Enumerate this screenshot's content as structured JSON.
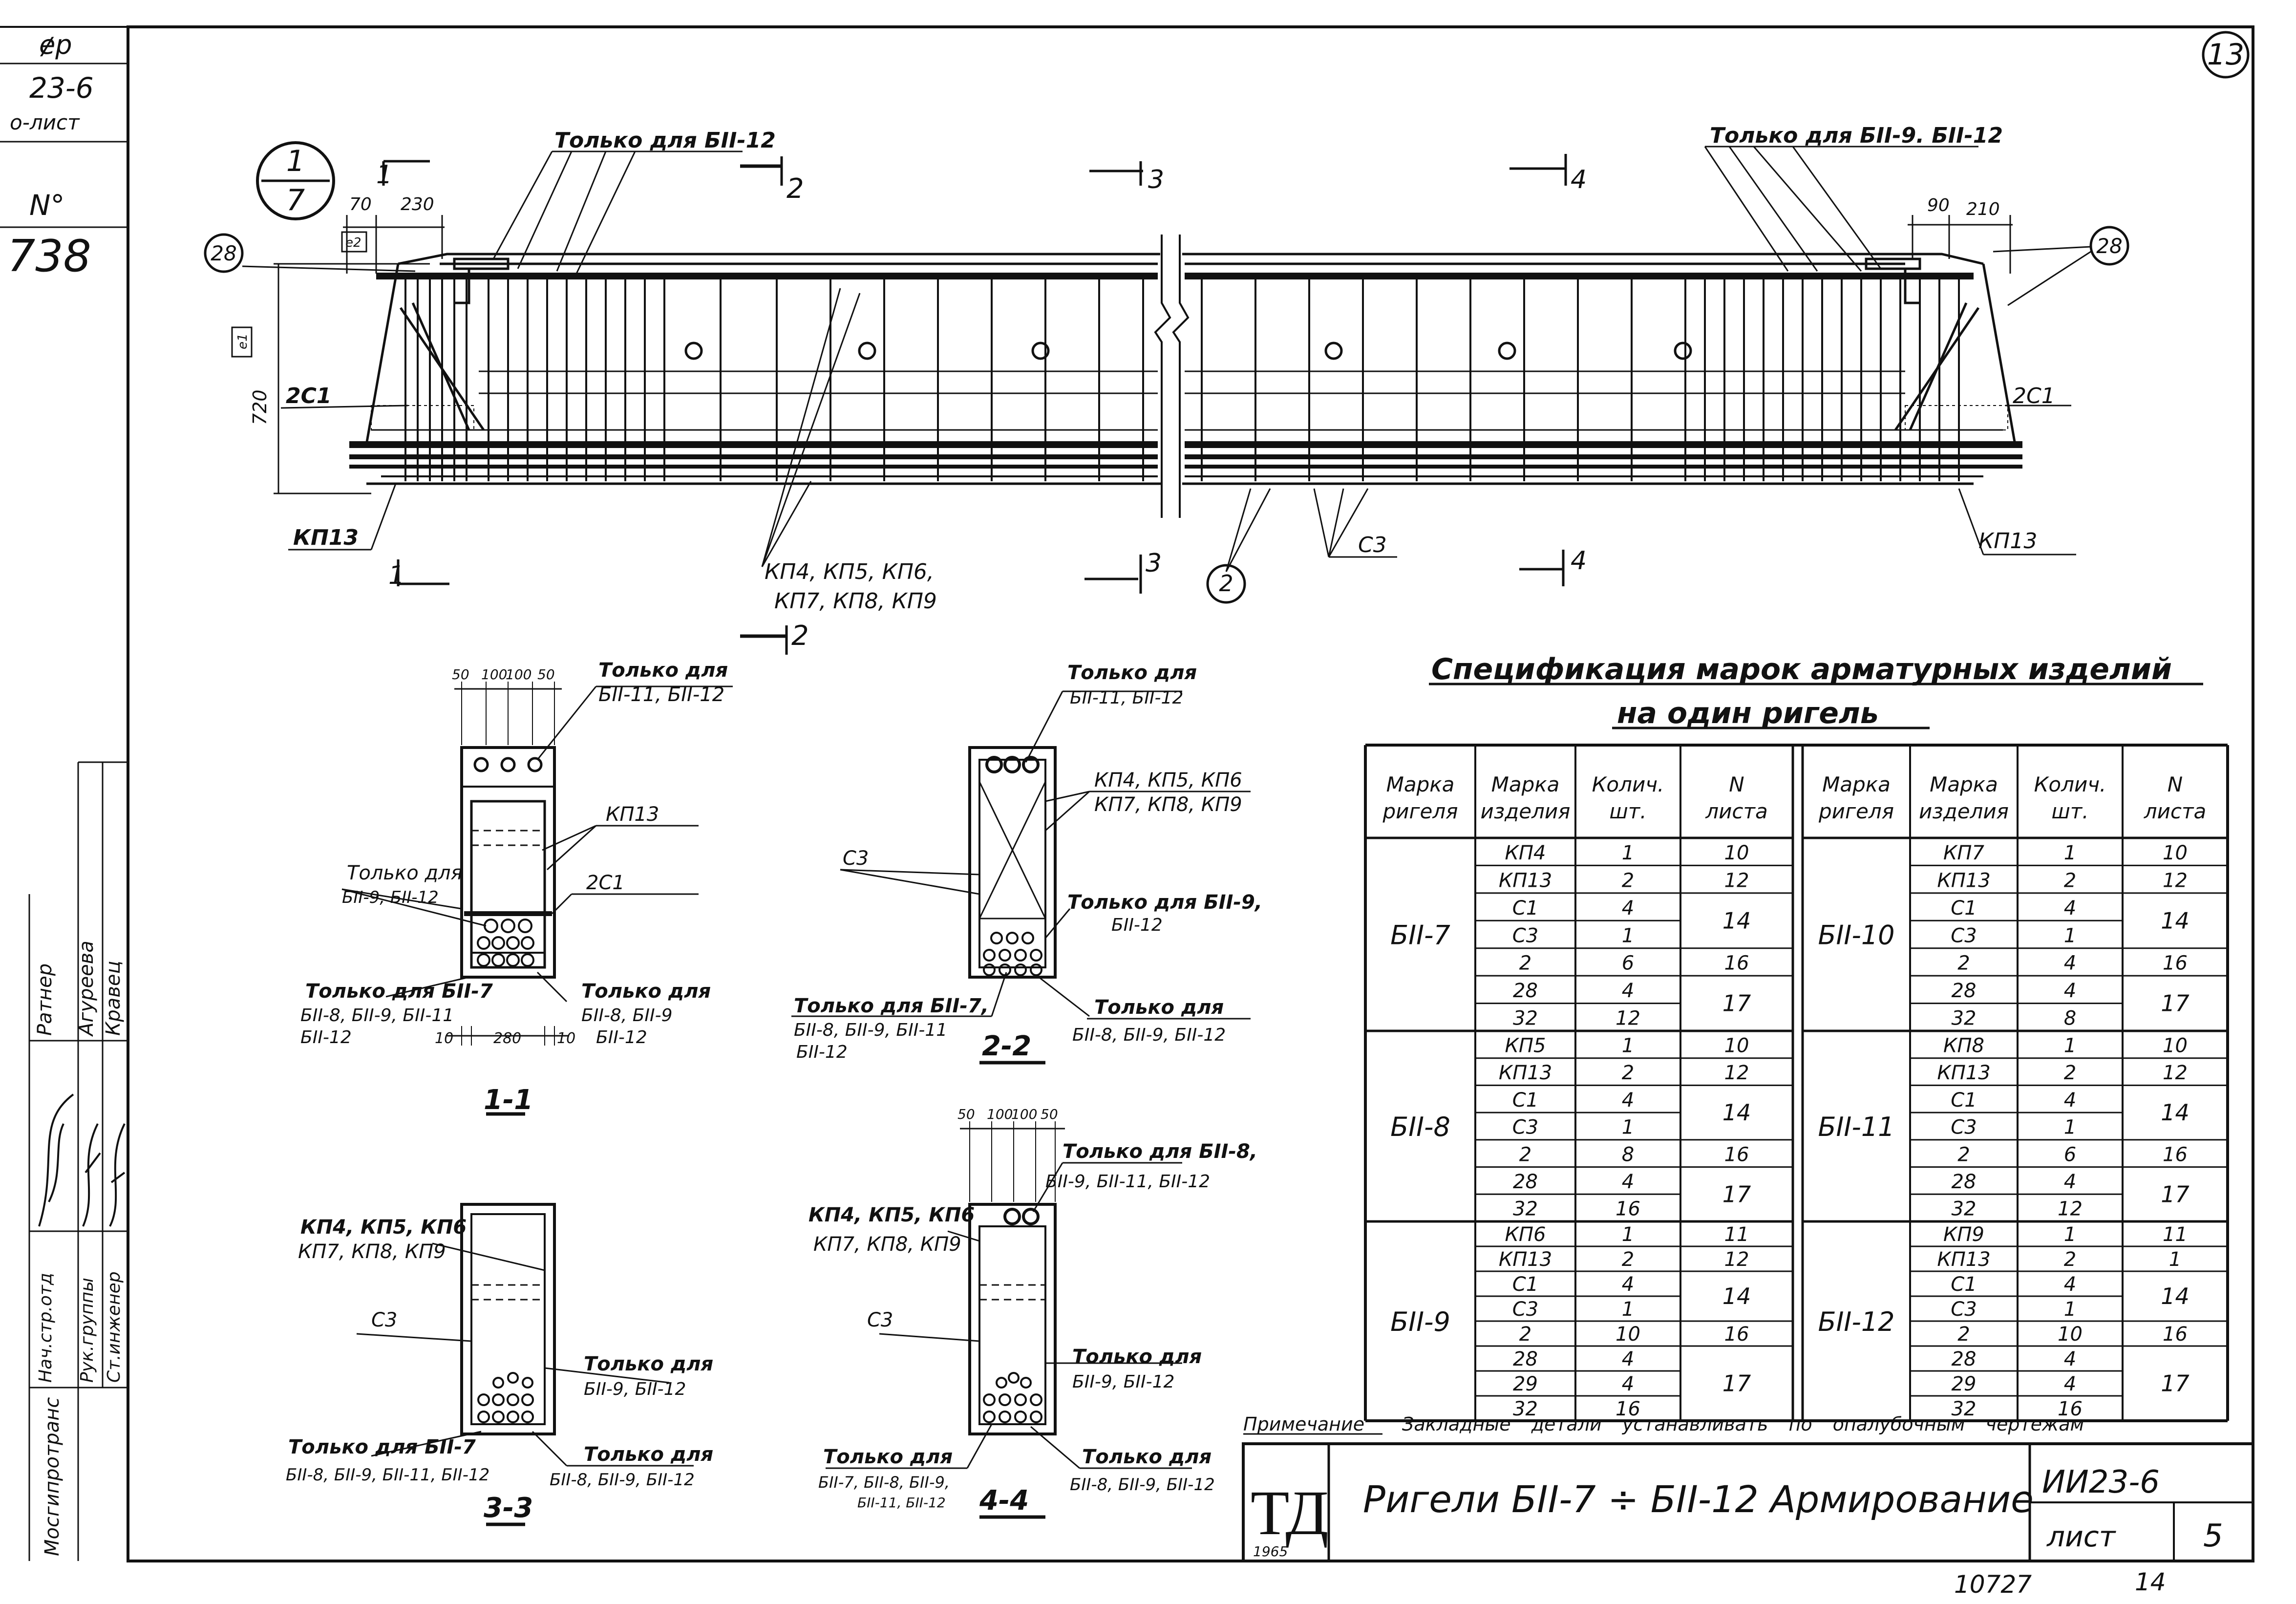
{
  "sheet": {
    "corner_number": "13",
    "detail_mark_top": "1",
    "detail_mark_bottom": "7"
  },
  "left_stamp": {
    "code_fragment_top": "ɇр",
    "code": "23-6",
    "sheet_label": "о-лист",
    "no_label": "N°",
    "number": "738",
    "roles": [
      "Ратнер",
      "Агуреева",
      "Кравец"
    ],
    "positions": [
      "Нач.стр.отд",
      "Рук.группы",
      "Ст.инженер"
    ],
    "organization": "Мосгипротранс"
  },
  "elevation": {
    "note_top_left": "Только для БII-12",
    "note_top_right": "Только для БII-9. БII-12",
    "dim_70": "70",
    "dim_230": "230",
    "dim_90": "90",
    "dim_210": "210",
    "dim_720": "720",
    "dim_e1": "e1",
    "dim_e2": "e2",
    "label_28_left": "28",
    "label_28_right": "28",
    "label_2c1_left": "2С1",
    "label_2c1_right": "2С1",
    "label_kp13_left": "КП13",
    "label_kp13_right": "КП13",
    "label_kp_group_1": "КП4, КП5, КП6,",
    "label_kp_group_2": "КП7, КП8, КП9",
    "label_c3": "С3",
    "label_2": "2",
    "cut_1": "1",
    "cut_2": "2",
    "cut_3": "3",
    "cut_4": "4"
  },
  "sections": {
    "s1": {
      "title": "1-1",
      "note_top_1": "Только для",
      "note_top_2": "БII-11, БII-12",
      "dims_top": [
        "50",
        "100",
        "100",
        "50"
      ],
      "kp13": "КП13",
      "c2": "2С1",
      "note_mid_1": "Только для",
      "note_mid_2": "БII-9, БII-12",
      "note_bl_1": "Только для БII-7",
      "note_bl_2": "БII-8, БII-9, БII-11",
      "note_bl_3": "БII-12",
      "note_br_1": "Только для",
      "note_br_2": "БII-8, БII-9",
      "note_br_3": "БII-12",
      "dims_bottom": [
        "10",
        "280",
        "10"
      ]
    },
    "s2": {
      "title": "2-2",
      "note_top_1": "Только для",
      "note_top_2": "БII-11, БII-12",
      "kp_1": "КП4, КП5, КП6",
      "kp_2": "КП7, КП8, КП9",
      "c3": "С3",
      "note_mid_1": "Только для БII-9,",
      "note_mid_2": "БII-12",
      "note_bl_1": "Только для БII-7,",
      "note_bl_2": "БII-8, БII-9, БII-11",
      "note_bl_3": "БII-12",
      "note_br_1": "Только для",
      "note_br_2": "БII-8, БII-9, БII-12"
    },
    "s3": {
      "title": "3-3",
      "kp_1": "КП4, КП5, КП6",
      "kp_2": "КП7, КП8, КП9",
      "c3": "С3",
      "note_r_1": "Только для",
      "note_r_2": "БII-9, БII-12",
      "note_bl_1": "Только для БII-7",
      "note_bl_2": "БII-8, БII-9, БII-11, БII-12",
      "note_br_1": "Только для",
      "note_br_2": "БII-8, БII-9, БII-12"
    },
    "s4": {
      "title": "4-4",
      "dims_top": [
        "50",
        "100",
        "100",
        "50"
      ],
      "note_top_1": "Только для БII-8,",
      "note_top_2": "БII-9, БII-11, БII-12",
      "kp_1": "КП4, КП5, КП6",
      "kp_2": "КП7, КП8, КП9",
      "c3": "С3",
      "note_r_1": "Только для",
      "note_r_2": "БII-9, БII-12",
      "note_bl_1": "Только для",
      "note_bl_2": "БII-7, БII-8, БII-9,",
      "note_bl_3": "БII-11, БII-12",
      "note_br_1": "Только для",
      "note_br_2": "БII-8, БII-9, БII-12"
    }
  },
  "spec": {
    "title_1": "Спецификация марок арматурных изделий",
    "title_2": "на один ригель",
    "headers": [
      "Марка ригеля",
      "Марка изделия",
      "Колич. шт.",
      "N листа"
    ],
    "header_lines": [
      [
        "Марка",
        "ригеля"
      ],
      [
        "Марка",
        "изделия"
      ],
      [
        "Колич.",
        "шт."
      ],
      [
        "N",
        "листа"
      ]
    ],
    "groups_left": [
      {
        "mark": "БII-7",
        "rows": [
          [
            "КП4",
            "1",
            "10"
          ],
          [
            "КП13",
            "2",
            "12"
          ],
          [
            "С1",
            "4",
            ""
          ],
          [
            "С3",
            "1",
            ""
          ],
          [
            "2",
            "6",
            "16"
          ],
          [
            "28",
            "4",
            ""
          ],
          [
            "32",
            "12",
            ""
          ]
        ],
        "sheet_14": "14",
        "sheet_17": "17"
      },
      {
        "mark": "БII-8",
        "rows": [
          [
            "КП5",
            "1",
            "10"
          ],
          [
            "КП13",
            "2",
            "12"
          ],
          [
            "С1",
            "4",
            ""
          ],
          [
            "С3",
            "1",
            ""
          ],
          [
            "2",
            "8",
            "16"
          ],
          [
            "28",
            "4",
            ""
          ],
          [
            "32",
            "16",
            ""
          ]
        ],
        "sheet_14": "14",
        "sheet_17": "17"
      },
      {
        "mark": "БII-9",
        "rows": [
          [
            "КП6",
            "1",
            "11"
          ],
          [
            "КП13",
            "2",
            "12"
          ],
          [
            "С1",
            "4",
            ""
          ],
          [
            "С3",
            "1",
            ""
          ],
          [
            "2",
            "10",
            "16"
          ],
          [
            "28",
            "4",
            ""
          ],
          [
            "29",
            "4",
            ""
          ],
          [
            "32",
            "16",
            ""
          ]
        ],
        "sheet_14": "14",
        "sheet_17": "17"
      }
    ],
    "groups_right": [
      {
        "mark": "БII-10",
        "rows": [
          [
            "КП7",
            "1",
            "10"
          ],
          [
            "КП13",
            "2",
            "12"
          ],
          [
            "С1",
            "4",
            ""
          ],
          [
            "С3",
            "1",
            ""
          ],
          [
            "2",
            "4",
            "16"
          ],
          [
            "28",
            "4",
            ""
          ],
          [
            "32",
            "8",
            ""
          ]
        ],
        "sheet_14": "14",
        "sheet_17": "17"
      },
      {
        "mark": "БII-11",
        "rows": [
          [
            "КП8",
            "1",
            "10"
          ],
          [
            "КП13",
            "2",
            "12"
          ],
          [
            "С1",
            "4",
            ""
          ],
          [
            "С3",
            "1",
            ""
          ],
          [
            "2",
            "6",
            "16"
          ],
          [
            "28",
            "4",
            ""
          ],
          [
            "32",
            "12",
            ""
          ]
        ],
        "sheet_14": "14",
        "sheet_17": "17"
      },
      {
        "mark": "БII-12",
        "rows": [
          [
            "КП9",
            "1",
            "11"
          ],
          [
            "КП13",
            "2",
            "1"
          ],
          [
            "С1",
            "4",
            ""
          ],
          [
            "С3",
            "1",
            ""
          ],
          [
            "2",
            "10",
            "16"
          ],
          [
            "28",
            "4",
            ""
          ],
          [
            "29",
            "4",
            ""
          ],
          [
            "32",
            "16",
            ""
          ]
        ],
        "sheet_14": "14",
        "sheet_17": "17"
      }
    ]
  },
  "note": {
    "label": "Примечание",
    "text": "Закладные детали устанавливать по опалубочным чертежам"
  },
  "title_block": {
    "logo": "ТД",
    "year": "1965",
    "title": "Ригели БII-7 ÷ БII-12  Армирование",
    "code": "ИИ23-6",
    "sheet_label": "лист",
    "sheet_no": "5"
  },
  "footer": {
    "inv_no": "10727",
    "page": "14"
  }
}
